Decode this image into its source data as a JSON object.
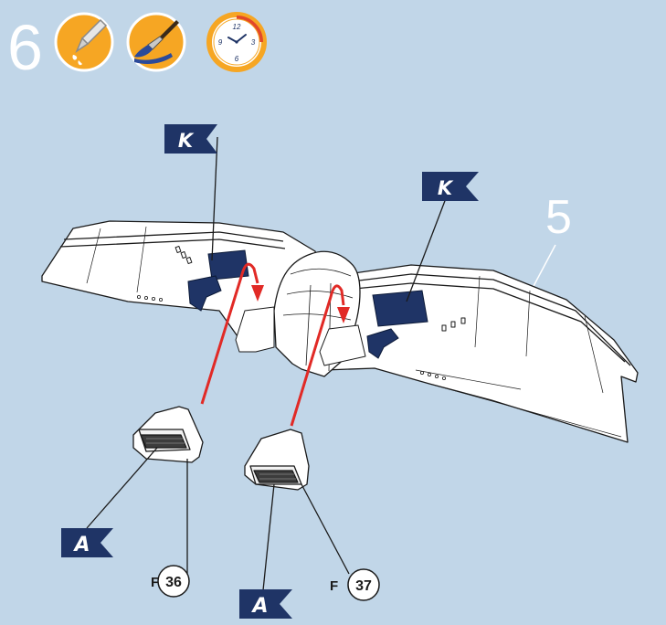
{
  "step": {
    "number": "6",
    "part_label": "5"
  },
  "icons": [
    "glue-icon",
    "paint-brush-icon",
    "drying-time-clock-icon"
  ],
  "clock_numbers": [
    "12",
    "3",
    "6",
    "9"
  ],
  "flags": {
    "paint_top_left": "K",
    "paint_top_right": "K",
    "paint_bottom_left": "A",
    "paint_bottom_right": "A"
  },
  "parts": {
    "left": {
      "prefix": "F",
      "number": "36"
    },
    "right": {
      "prefix": "F",
      "number": "37"
    }
  },
  "colors": {
    "background": "#c1d6e8",
    "flag": "#1f3466",
    "arrow": "#e12a26",
    "icon_orange": "#f6a623",
    "clock_ring": "#e2482a"
  }
}
